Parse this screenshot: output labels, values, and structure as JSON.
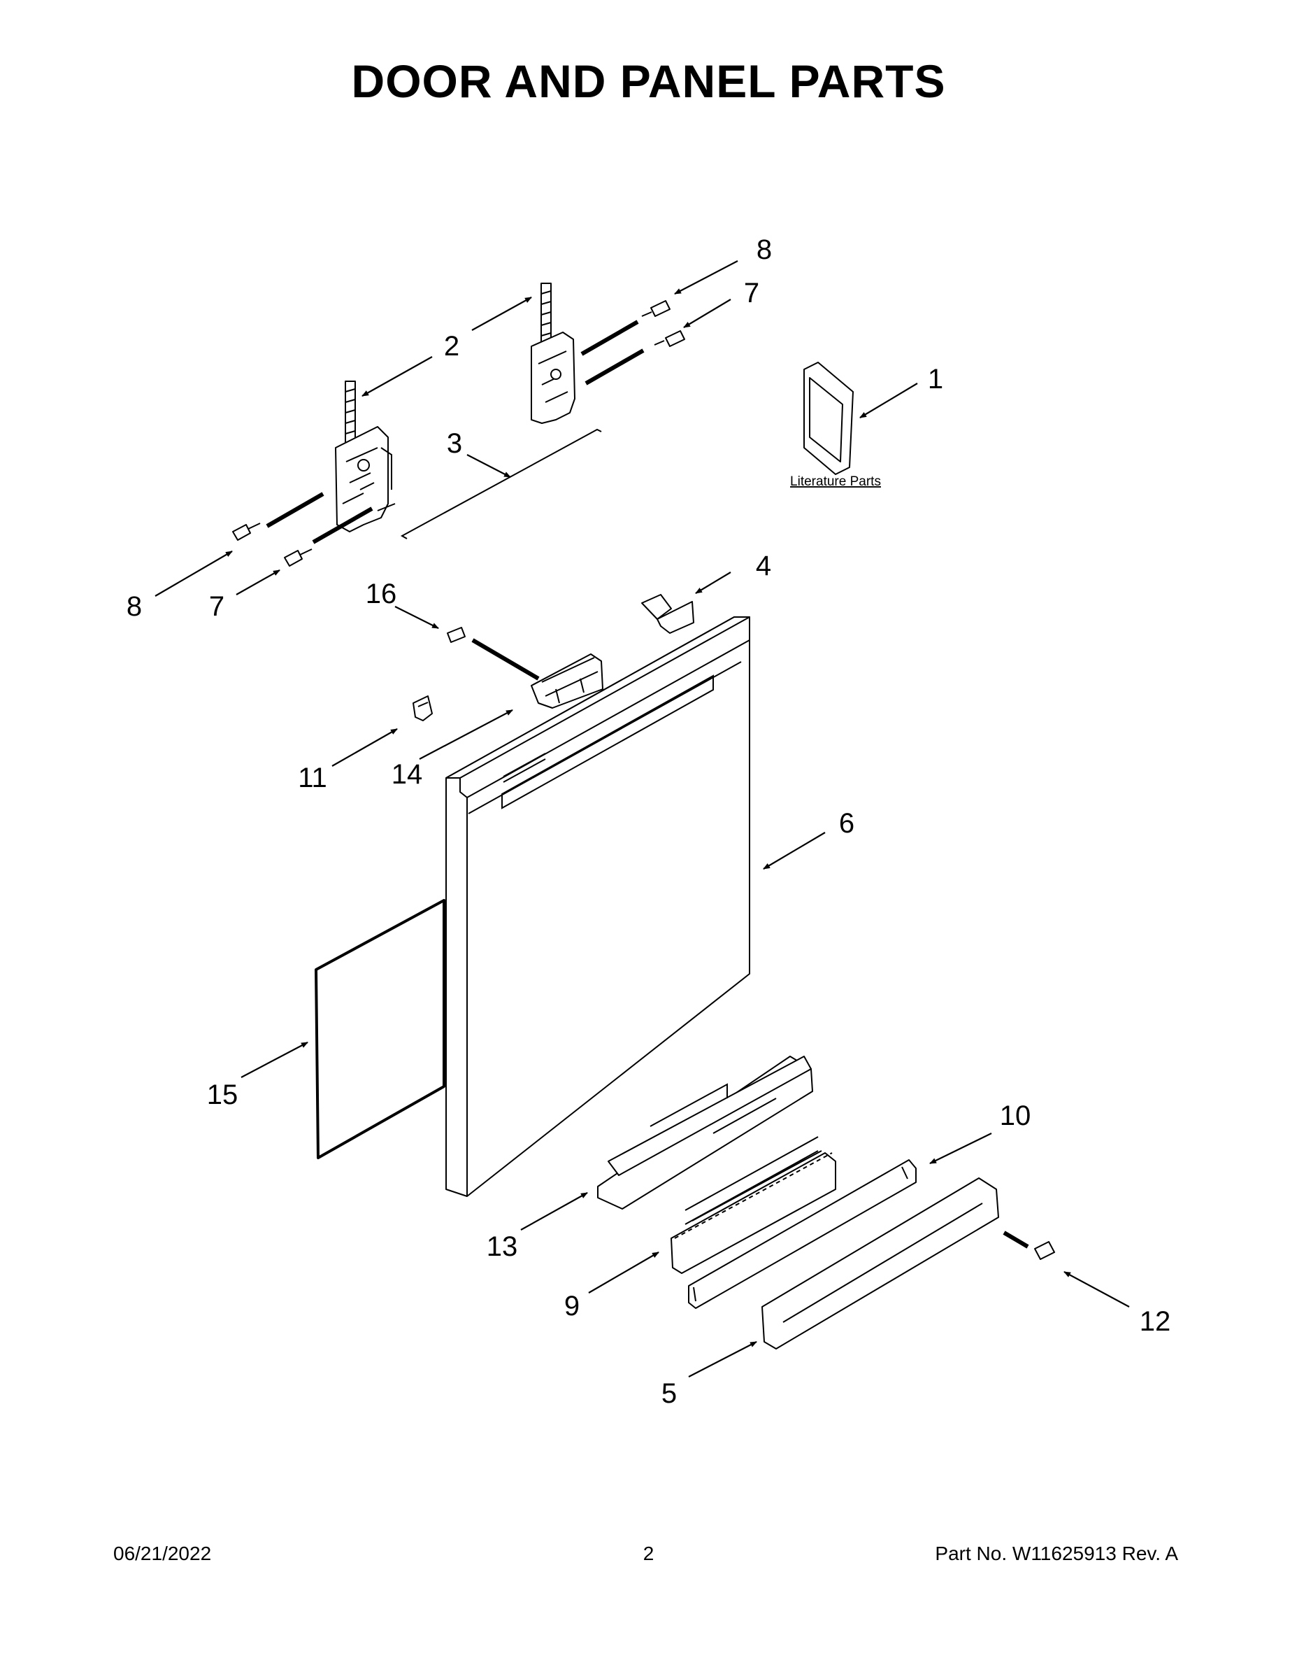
{
  "title": "DOOR AND PANEL PARTS",
  "literature_label": "Literature Parts",
  "callouts": {
    "c1": "1",
    "c2": "2",
    "c3": "3",
    "c4": "4",
    "c5": "5",
    "c6": "6",
    "c7a": "7",
    "c7b": "7",
    "c8a": "8",
    "c8b": "8",
    "c9": "9",
    "c10": "10",
    "c11": "11",
    "c12": "12",
    "c13": "13",
    "c14": "14",
    "c15": "15",
    "c16": "16"
  },
  "footer": {
    "date": "06/21/2022",
    "page": "2",
    "part": "Part No.  W11625913  Rev.  A"
  }
}
